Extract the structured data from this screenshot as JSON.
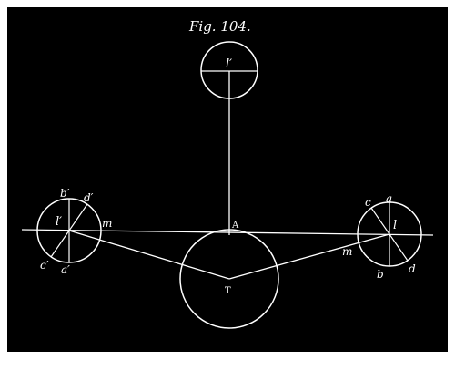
{
  "figure": {
    "caption": "Fig. 104.",
    "labels": {
      "top_moon": "l′",
      "left_moon": "l′",
      "left_b": "b′",
      "left_d": "d′",
      "left_m": "m",
      "left_c": "c′",
      "left_a": "a′",
      "earth_T": "T",
      "point_A": "A",
      "right_c": "c",
      "right_a": "a",
      "right_l": "l",
      "right_m": "m",
      "right_b": "b",
      "right_d": "d"
    },
    "colors": {
      "background": "#000000",
      "stroke": "#ffffff",
      "frame": "#ffffff"
    }
  }
}
